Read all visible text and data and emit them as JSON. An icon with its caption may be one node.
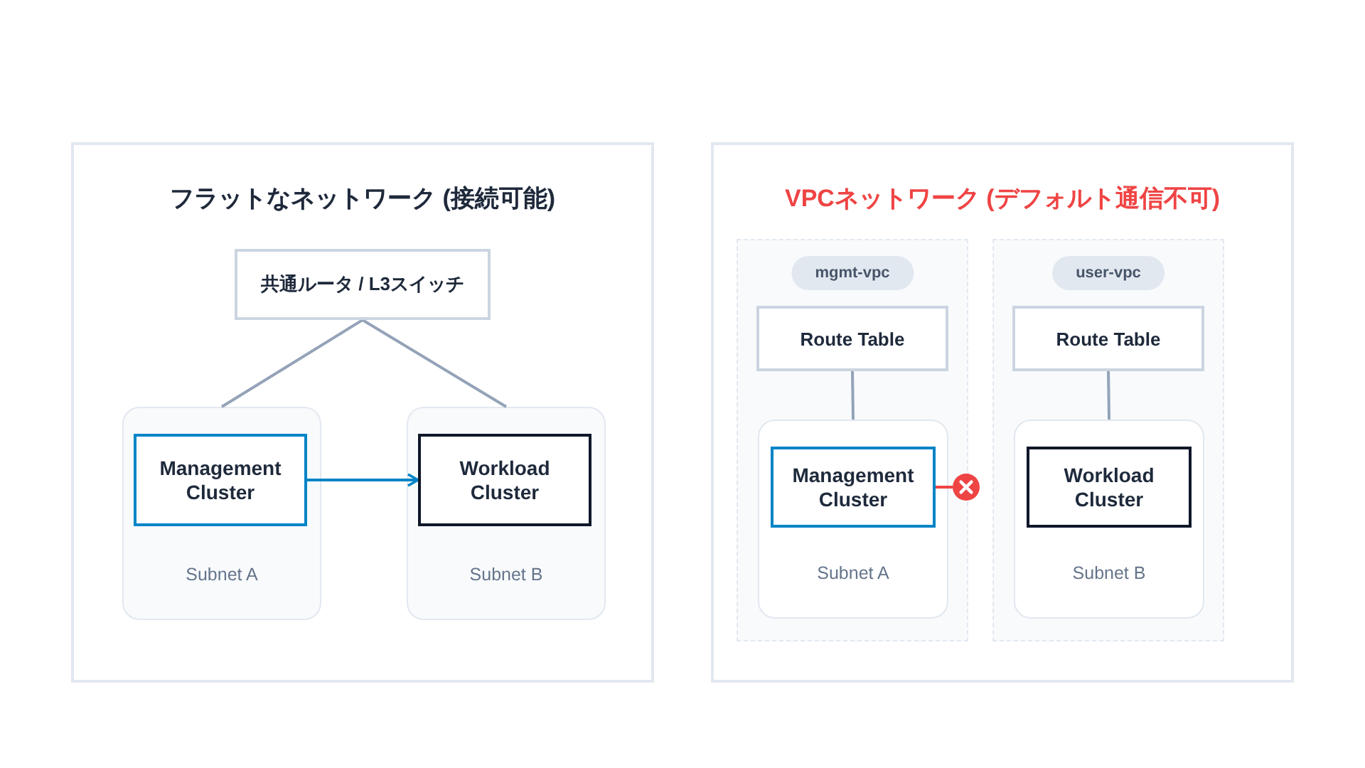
{
  "diagram": {
    "nodes": [
      {
        "text": [
          "フラットなネットワーク (接続可能)"
        ]
      },
      {
        "text": [
          "共通ルータ / L3スイッチ"
        ],
        "in": 0
      },
      {
        "text": [
          "Subnet A"
        ],
        "in": 0
      },
      {
        "text": [
          "Management Cluster"
        ],
        "in": 2
      },
      {
        "text": [
          "Subnet B"
        ],
        "in": 0
      },
      {
        "text": [
          "Workload Cluster"
        ],
        "in": 4
      },
      {
        "text": [
          "VPCネットワーク (デフォルト通信不可)"
        ]
      },
      {
        "text": [
          "mgmt-vpc"
        ],
        "in": 6
      },
      {
        "text": [
          "Route Table"
        ],
        "in": 7
      },
      {
        "text": [
          "Subnet A"
        ],
        "in": 7
      },
      {
        "text": [
          "Management Cluster"
        ],
        "in": 9
      },
      {
        "text": [
          "user-vpc"
        ],
        "in": 6
      },
      {
        "text": [
          "Route Table"
        ],
        "in": 11
      },
      {
        "text": [
          "Subnet B"
        ],
        "in": 11
      },
      {
        "text": [
          "Workload Cluster"
        ],
        "in": 13
      }
    ],
    "edges": [
      {
        "from": 1,
        "to": 2,
        "arrow": "none"
      },
      {
        "from": 1,
        "to": 4,
        "arrow": "none"
      },
      {
        "from": 3,
        "to": 5,
        "arrow": "to",
        "color": "#0284c7"
      },
      {
        "from": 8,
        "to": 9,
        "arrow": "none"
      },
      {
        "from": 12,
        "to": 13,
        "arrow": "none"
      },
      {
        "from": 10,
        "to": null,
        "arrow": "other",
        "color": "#ef4444"
      }
    ]
  }
}
